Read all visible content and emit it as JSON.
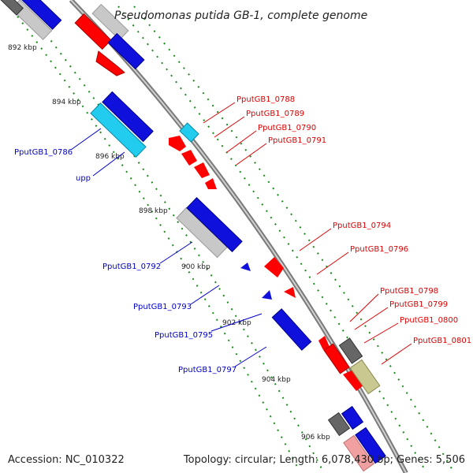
{
  "title": "Pseudomonas putida GB-1, complete genome",
  "footer": {
    "accession": "Accession: NC_010322",
    "summary": "Topology: circular; Length: 6,078,430 bp; Genes: 5,506"
  },
  "colors": {
    "forward_gene": "#ff0000",
    "reverse_gene": "#1010dd",
    "cyan_gene": "#22ccee",
    "gray_gene": "#c8c8c8",
    "dark_gray_gene": "#666666",
    "olive_gene": "#c8c890",
    "pink_gene": "#f0a0a0",
    "backbone": "#888888",
    "dots": "#1a8a1a",
    "label_forward": "#dd0000",
    "label_reverse": "#0000cc"
  },
  "ticks": [
    "892 kbp",
    "894 kbp",
    "896 kbp",
    "898 kbp",
    "900 kbp",
    "902 kbp",
    "904 kbp",
    "906 kbp"
  ],
  "labels_forward": [
    "PputGB1_0788",
    "PputGB1_0789",
    "PputGB1_0790",
    "PputGB1_0791",
    "PputGB1_0794",
    "PputGB1_0796",
    "PputGB1_0798",
    "PputGB1_0799",
    "PputGB1_0800",
    "PputGB1_0801"
  ],
  "labels_reverse": [
    "PputGB1_0786",
    "upp",
    "PputGB1_0792",
    "PputGB1_0793",
    "PputGB1_0795",
    "PputGB1_0797"
  ]
}
